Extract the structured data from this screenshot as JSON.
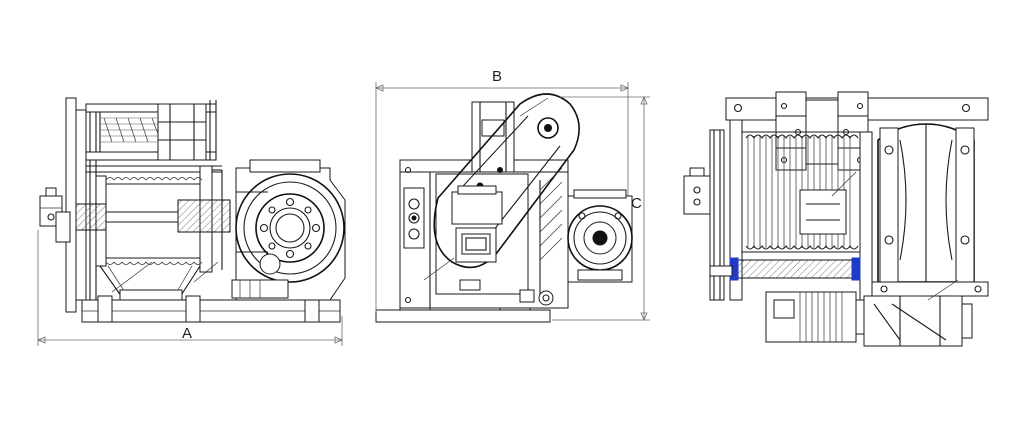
{
  "dimensions": {
    "a_label": "A",
    "b_label": "B",
    "c_label": "C"
  },
  "colors": {
    "line": "#1a1a1a",
    "dimension": "#6a6a6a",
    "highlight": "#1f3cc9",
    "background": "#ffffff"
  }
}
